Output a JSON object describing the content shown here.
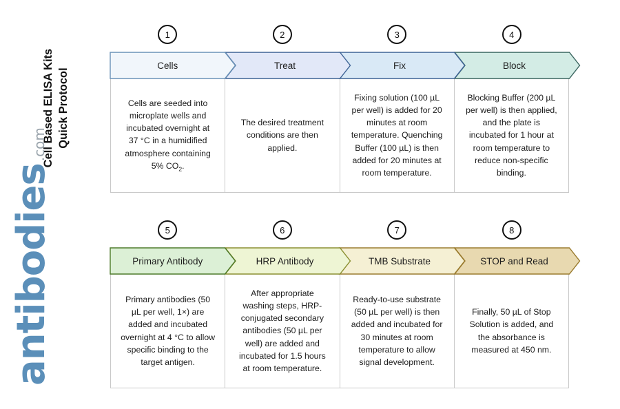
{
  "document": {
    "title_lines": [
      "Cell Based ELISA Kits",
      "Quick Protocol"
    ],
    "logo": {
      "word": "antibodies",
      "suffix": ".com",
      "color": "#5b8fb9"
    }
  },
  "rows": [
    {
      "id": "row-1",
      "steps": [
        {
          "number": "1",
          "label": "Cells",
          "fill": "#f1f6fb",
          "stroke": "#6b93b8",
          "description": "Cells are seeded into microplate wells and incubated overnight at 37 °C in a humidified atmosphere containing 5% CO₂."
        },
        {
          "number": "2",
          "label": "Treat",
          "fill": "#e2e8f8",
          "stroke": "#3f6496",
          "description": "The desired treatment conditions are then applied."
        },
        {
          "number": "3",
          "label": "Fix",
          "fill": "#d9e9f6",
          "stroke": "#3f6496",
          "description": "Fixing solution (100 µL per well) is added for 20 minutes at room temperature. Quenching Buffer (100 µL) is then added for 20 minutes at room temperature."
        },
        {
          "number": "4",
          "label": "Block",
          "fill": "#d3ece5",
          "stroke": "#3b6660",
          "description": "Blocking Buffer (200 µL per well) is then applied, and the plate is incubated for 1 hour at room temperature to reduce non-specific binding."
        }
      ]
    },
    {
      "id": "row-2",
      "steps": [
        {
          "number": "5",
          "label": "Primary Antibody",
          "fill": "#dcf0d6",
          "stroke": "#4d7a2a",
          "description": "Primary antibodies (50 µL per well, 1×) are added and incubated overnight at 4 °C to allow specific binding to the target antigen."
        },
        {
          "number": "6",
          "label": "HRP Antibody",
          "fill": "#eef5d4",
          "stroke": "#8a8f30",
          "description": "After appropriate washing steps, HRP-conjugated secondary antibodies (50 µL per well) are added and incubated for 1.5 hours at room temperature."
        },
        {
          "number": "7",
          "label": "TMB Substrate",
          "fill": "#f5f0d4",
          "stroke": "#9a7b2e",
          "description": "Ready-to-use substrate (50 µL per well) is then added and incubated for 30 minutes at room temperature to allow signal development."
        },
        {
          "number": "8",
          "label": "STOP and Read",
          "fill": "#e8d9b0",
          "stroke": "#9a7b2e",
          "description": "Finally, 50 µL of Stop Solution is added, and the absorbance is measured at 450 nm."
        }
      ]
    }
  ]
}
